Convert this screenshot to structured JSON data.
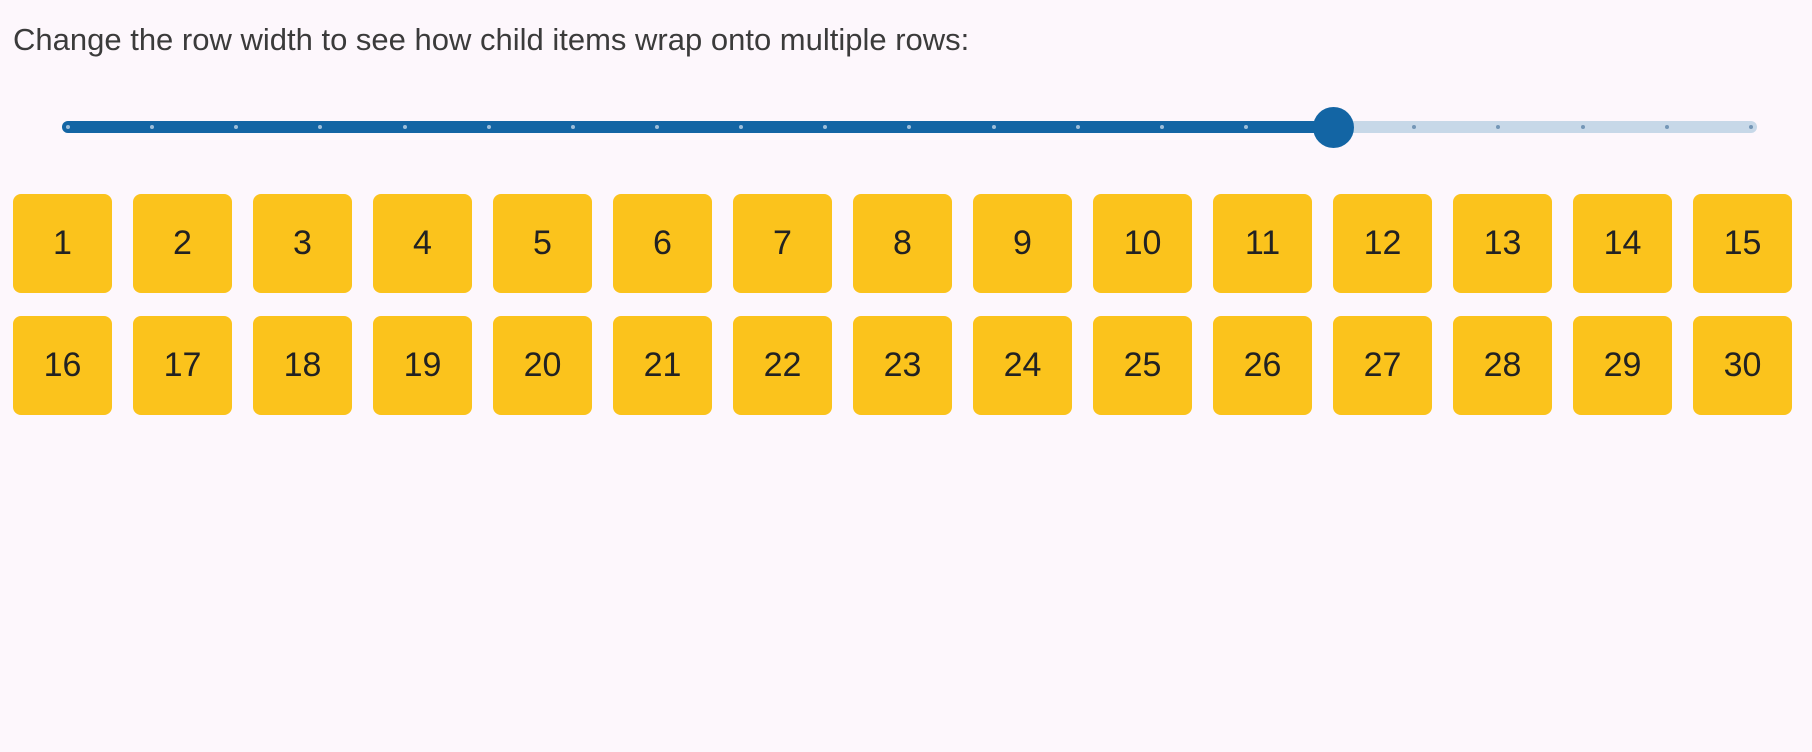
{
  "page": {
    "background": "#fdf7fc"
  },
  "header": {
    "instruction": "Change the row width to see how child items wrap onto multiple rows:"
  },
  "slider": {
    "value_percent": 75,
    "tick_count": 21,
    "colors": {
      "active_track": "#1365a4",
      "inactive_track": "#c7d8e8",
      "thumb": "#1365a4",
      "tick_on_active": "#9dbeda",
      "tick_on_inactive": "#7496b6"
    }
  },
  "grid": {
    "item_color": "#fbc31c",
    "item_text_color": "#222222",
    "items": [
      "1",
      "2",
      "3",
      "4",
      "5",
      "6",
      "7",
      "8",
      "9",
      "10",
      "11",
      "12",
      "13",
      "14",
      "15",
      "16",
      "17",
      "18",
      "19",
      "20",
      "21",
      "22",
      "23",
      "24",
      "25",
      "26",
      "27",
      "28",
      "29",
      "30"
    ]
  }
}
